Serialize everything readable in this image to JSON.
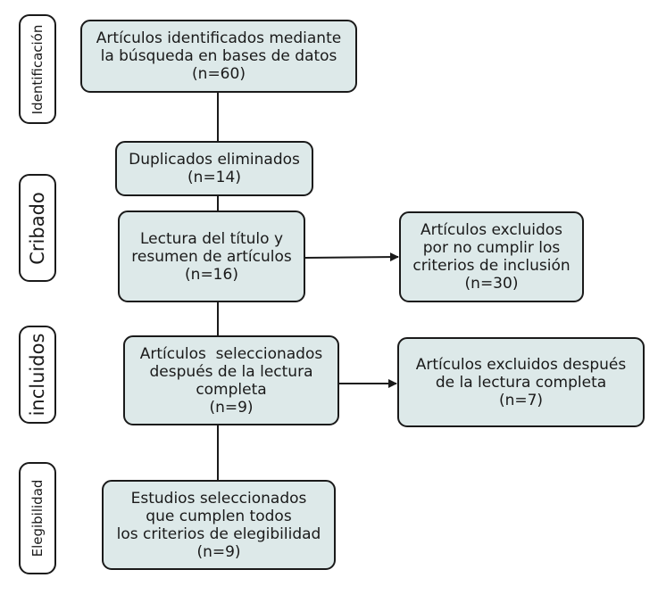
{
  "stages": [
    {
      "id": "identificacion",
      "label": "Identificación"
    },
    {
      "id": "cribado",
      "label": "Cribado"
    },
    {
      "id": "incluidos",
      "label": "incluidos"
    },
    {
      "id": "elegibilidad",
      "label": "Elegibilidad"
    }
  ],
  "boxes": {
    "identificados": {
      "lines": [
        "Artículos identificados mediante",
        "la búsqueda en bases de datos",
        "(n=60)"
      ]
    },
    "duplicados": {
      "lines": [
        "Duplicados eliminados",
        "(n=14)"
      ]
    },
    "lectura_titulo": {
      "lines": [
        "Lectura del título y",
        "resumen de artículos",
        "(n=16)"
      ]
    },
    "excluidos_inclusion": {
      "lines": [
        "Artículos excluidos",
        "por no cumplir los",
        "criterios de inclusión",
        "(n=30)"
      ]
    },
    "seleccionados": {
      "lines": [
        "Artículos  seleccionados",
        "después de la lectura",
        "completa",
        "(n=9)"
      ]
    },
    "excluidos_lectura": {
      "lines": [
        "Artículos excluidos después",
        "de la lectura completa",
        "(n=7)"
      ]
    },
    "estudios": {
      "lines": [
        "Estudios seleccionados",
        "que cumplen todos",
        "los criterios de elegibilidad",
        "(n=9)"
      ]
    }
  },
  "colors": {
    "box_fill": "#dde9e9",
    "line": "#1a1a1a"
  }
}
